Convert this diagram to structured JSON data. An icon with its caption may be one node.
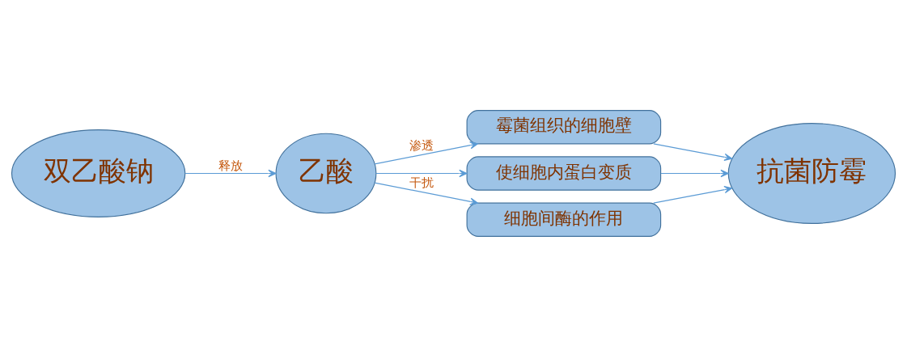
{
  "diagram": {
    "nodes": [
      {
        "text": [
          "双乙酸钠"
        ]
      },
      {
        "text": [
          "乙酸"
        ]
      },
      {
        "text": [
          "霉菌组织的细胞壁"
        ]
      },
      {
        "text": [
          "使细胞内蛋白变质"
        ]
      },
      {
        "text": [
          "细胞间酶的作用"
        ]
      },
      {
        "text": [
          "抗菌防霉"
        ]
      }
    ],
    "edges": [
      {
        "from": 0,
        "to": 1,
        "arrow": "to",
        "label": "释放"
      },
      {
        "from": 1,
        "to": 2,
        "arrow": "to",
        "label": "渗透"
      },
      {
        "from": 1,
        "to": 3,
        "arrow": "to"
      },
      {
        "from": 1,
        "to": 4,
        "arrow": "to",
        "label": "干扰"
      },
      {
        "from": 2,
        "to": 5,
        "arrow": "to"
      },
      {
        "from": 3,
        "to": 5,
        "arrow": "to"
      },
      {
        "from": 4,
        "to": 5,
        "arrow": "to"
      }
    ]
  }
}
